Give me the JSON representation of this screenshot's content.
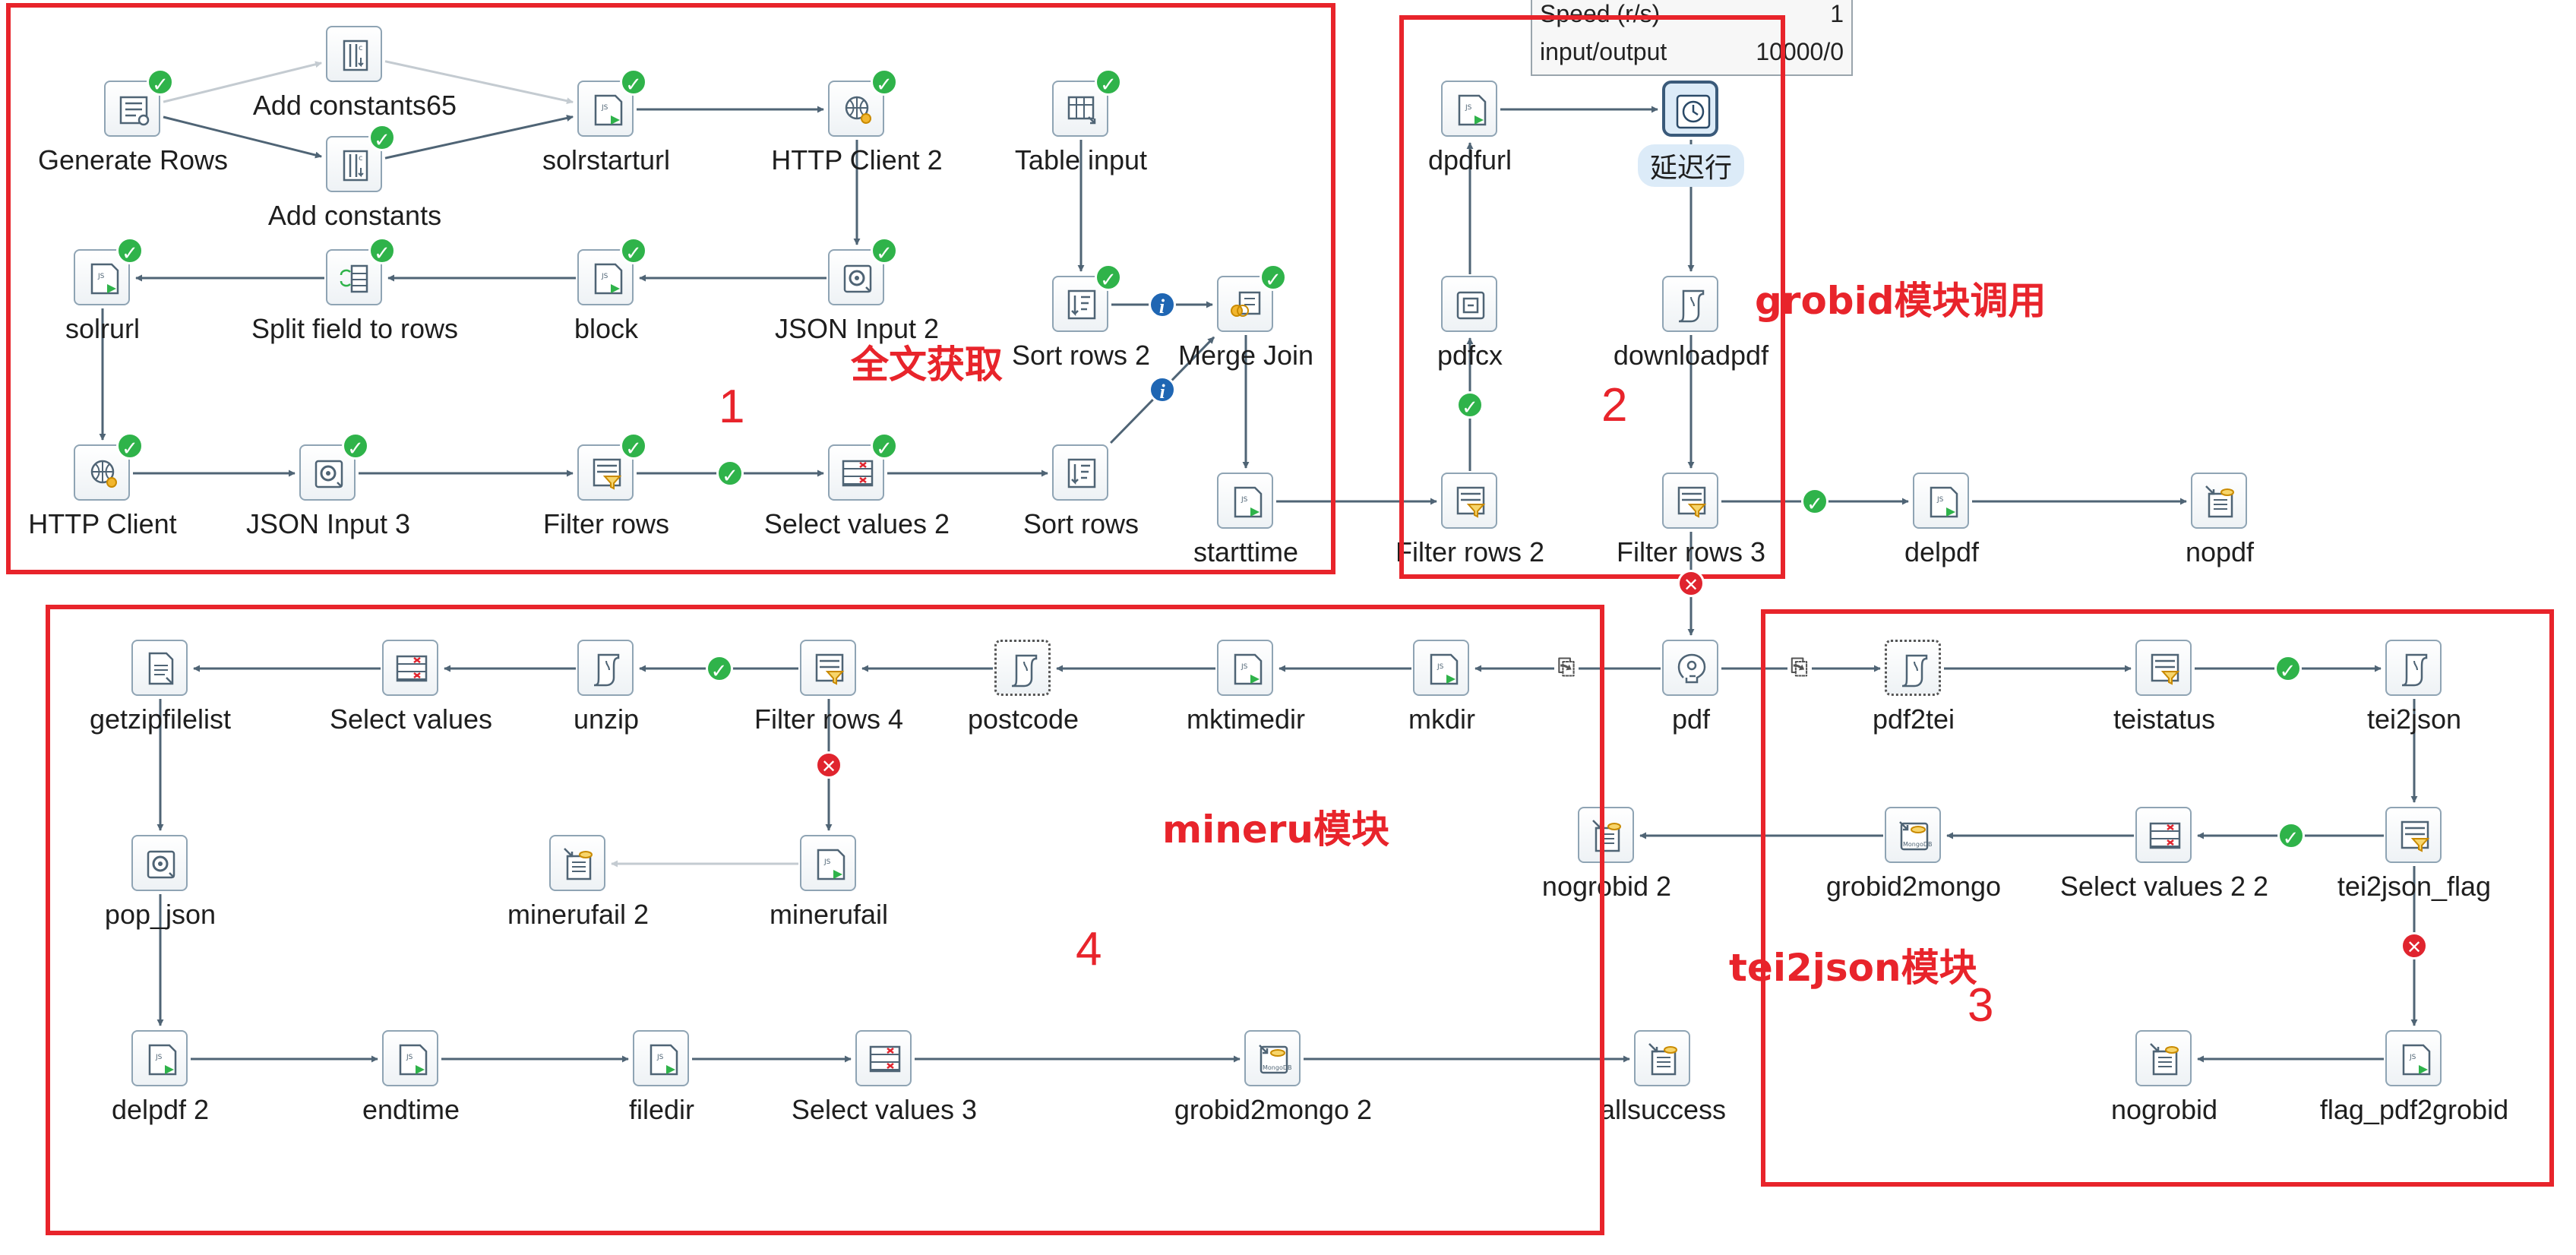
{
  "metrics_panel": {
    "rows": [
      {
        "label": "Speed (r/s)",
        "value": "1"
      },
      {
        "label": "input/output",
        "value": "10000/0"
      }
    ]
  },
  "regions": [
    {
      "number": "1",
      "annotation": "全文获取"
    },
    {
      "number": "2",
      "annotation": "grobid模块调用"
    },
    {
      "number": "3",
      "annotation": "tei2json模块"
    },
    {
      "number": "4",
      "annotation": "mineru模块"
    }
  ],
  "steps": [
    {
      "id": "generate_rows",
      "label": "Generate Rows",
      "icon": "generate-rows-icon",
      "status": "ok"
    },
    {
      "id": "add_constants65",
      "label": "Add constants65",
      "icon": "add-constants-icon",
      "status": ""
    },
    {
      "id": "add_constants",
      "label": "Add constants",
      "icon": "add-constants-icon",
      "status": "ok"
    },
    {
      "id": "solrstarturl",
      "label": "solrstarturl",
      "icon": "script-icon",
      "status": "ok"
    },
    {
      "id": "http_client_2",
      "label": "HTTP Client 2",
      "icon": "http-client-icon",
      "status": "ok"
    },
    {
      "id": "table_input",
      "label": "Table input",
      "icon": "table-input-icon",
      "status": "ok"
    },
    {
      "id": "solrurl",
      "label": "solrurl",
      "icon": "script-icon",
      "status": "ok"
    },
    {
      "id": "split_field",
      "label": "Split field to rows",
      "icon": "split-field-icon",
      "status": "ok"
    },
    {
      "id": "block",
      "label": "block",
      "icon": "script-icon",
      "status": "ok"
    },
    {
      "id": "json_input_2",
      "label": "JSON Input 2",
      "icon": "json-input-icon",
      "status": "ok"
    },
    {
      "id": "sort_rows_2",
      "label": "Sort rows 2",
      "icon": "sort-rows-icon",
      "status": "ok"
    },
    {
      "id": "merge_join",
      "label": "Merge Join",
      "icon": "merge-join-icon",
      "status": "ok"
    },
    {
      "id": "http_client",
      "label": "HTTP Client",
      "icon": "http-client-icon",
      "status": "ok"
    },
    {
      "id": "json_input_3",
      "label": "JSON Input 3",
      "icon": "json-input-icon",
      "status": "ok"
    },
    {
      "id": "filter_rows",
      "label": "Filter rows",
      "icon": "filter-rows-icon",
      "status": "ok"
    },
    {
      "id": "select_values_2",
      "label": "Select values 2",
      "icon": "select-values-icon",
      "status": "ok"
    },
    {
      "id": "sort_rows",
      "label": "Sort rows",
      "icon": "sort-rows-icon",
      "status": ""
    },
    {
      "id": "starttime",
      "label": "starttime",
      "icon": "script-icon",
      "status": ""
    },
    {
      "id": "dpdfurl",
      "label": "dpdfurl",
      "icon": "script-icon",
      "status": ""
    },
    {
      "id": "delay",
      "label": "延迟行",
      "icon": "clock-icon",
      "status": ""
    },
    {
      "id": "pdfcx",
      "label": "pdfcx",
      "icon": "pdf-check-icon",
      "status": ""
    },
    {
      "id": "downloadpdf",
      "label": "downloadpdf",
      "icon": "shell-icon",
      "status": ""
    },
    {
      "id": "filter_rows_2",
      "label": "Filter rows 2",
      "icon": "filter-rows-icon",
      "status": ""
    },
    {
      "id": "filter_rows_3",
      "label": "Filter rows 3",
      "icon": "filter-rows-icon",
      "status": ""
    },
    {
      "id": "delpdf",
      "label": "delpdf",
      "icon": "script-icon",
      "status": ""
    },
    {
      "id": "nopdf",
      "label": "nopdf",
      "icon": "text-output-icon",
      "status": ""
    },
    {
      "id": "getzipfilelist",
      "label": "getzipfilelist",
      "icon": "file-list-icon",
      "status": ""
    },
    {
      "id": "select_values",
      "label": "Select values",
      "icon": "select-values-icon",
      "status": ""
    },
    {
      "id": "unzip",
      "label": "unzip",
      "icon": "shell-icon",
      "status": ""
    },
    {
      "id": "filter_rows_4",
      "label": "Filter rows 4",
      "icon": "filter-rows-icon",
      "status": ""
    },
    {
      "id": "postcode",
      "label": "postcode",
      "icon": "shell-icon",
      "status": ""
    },
    {
      "id": "mktimedir",
      "label": "mktimedir",
      "icon": "script-icon",
      "status": ""
    },
    {
      "id": "mkdir",
      "label": "mkdir",
      "icon": "script-icon",
      "status": ""
    },
    {
      "id": "pdf",
      "label": "pdf",
      "icon": "switch-icon",
      "status": ""
    },
    {
      "id": "pdf2tei",
      "label": "pdf2tei",
      "icon": "shell-icon",
      "status": ""
    },
    {
      "id": "teistatus",
      "label": "teistatus",
      "icon": "filter-rows-icon",
      "status": ""
    },
    {
      "id": "tei2json",
      "label": "tei2json",
      "icon": "shell-icon",
      "status": ""
    },
    {
      "id": "minerufail_2",
      "label": "minerufail 2",
      "icon": "text-output-icon",
      "status": ""
    },
    {
      "id": "minerufail",
      "label": "minerufail",
      "icon": "script-icon",
      "status": ""
    },
    {
      "id": "pop_json",
      "label": "pop_json",
      "icon": "json-input-icon",
      "status": ""
    },
    {
      "id": "nogrobid_2",
      "label": "nogrobid 2",
      "icon": "text-output-icon",
      "status": ""
    },
    {
      "id": "grobid2mongo",
      "label": "grobid2mongo",
      "icon": "mongodb-output-icon",
      "status": ""
    },
    {
      "id": "select_values_2_2",
      "label": "Select values 2 2",
      "icon": "select-values-icon",
      "status": ""
    },
    {
      "id": "tei2json_flag",
      "label": "tei2json_flag",
      "icon": "filter-rows-icon",
      "status": ""
    },
    {
      "id": "delpdf_2",
      "label": "delpdf 2",
      "icon": "script-icon",
      "status": ""
    },
    {
      "id": "endtime",
      "label": "endtime",
      "icon": "script-icon",
      "status": ""
    },
    {
      "id": "filedir",
      "label": "filedir",
      "icon": "script-icon",
      "status": ""
    },
    {
      "id": "select_values_3",
      "label": "Select values 3",
      "icon": "select-values-icon",
      "status": ""
    },
    {
      "id": "grobid2mongo_2",
      "label": "grobid2mongo 2",
      "icon": "mongodb-output-icon",
      "status": ""
    },
    {
      "id": "allsuccess",
      "label": "allsuccess",
      "icon": "text-output-icon",
      "status": ""
    },
    {
      "id": "nogrobid",
      "label": "nogrobid",
      "icon": "text-output-icon",
      "status": ""
    },
    {
      "id": "flag_pdf2grobid",
      "label": "flag_pdf2grobid",
      "icon": "script-icon",
      "status": ""
    }
  ],
  "hops": [
    {
      "from": "generate_rows",
      "to": "add_constants65",
      "disabled": true
    },
    {
      "from": "add_constants65",
      "to": "solrstarturl",
      "disabled": true
    },
    {
      "from": "generate_rows",
      "to": "add_constants"
    },
    {
      "from": "add_constants",
      "to": "solrstarturl"
    },
    {
      "from": "solrstarturl",
      "to": "http_client_2"
    },
    {
      "from": "http_client_2",
      "to": "json_input_2"
    },
    {
      "from": "json_input_2",
      "to": "block"
    },
    {
      "from": "block",
      "to": "split_field"
    },
    {
      "from": "split_field",
      "to": "solrurl"
    },
    {
      "from": "solrurl",
      "to": "http_client"
    },
    {
      "from": "http_client",
      "to": "json_input_3"
    },
    {
      "from": "json_input_3",
      "to": "filter_rows"
    },
    {
      "from": "filter_rows",
      "to": "select_values_2",
      "badge": "ok"
    },
    {
      "from": "select_values_2",
      "to": "sort_rows"
    },
    {
      "from": "sort_rows",
      "to": "merge_join",
      "badge": "info"
    },
    {
      "from": "table_input",
      "to": "sort_rows_2"
    },
    {
      "from": "sort_rows_2",
      "to": "merge_join",
      "badge": "info"
    },
    {
      "from": "merge_join",
      "to": "starttime"
    },
    {
      "from": "starttime",
      "to": "filter_rows_2"
    },
    {
      "from": "filter_rows_2",
      "to": "pdfcx",
      "badge": "ok"
    },
    {
      "from": "pdfcx",
      "to": "dpdfurl"
    },
    {
      "from": "dpdfurl",
      "to": "delay"
    },
    {
      "from": "delay",
      "to": "downloadpdf"
    },
    {
      "from": "downloadpdf",
      "to": "filter_rows_3"
    },
    {
      "from": "filter_rows_3",
      "to": "delpdf",
      "badge": "ok"
    },
    {
      "from": "delpdf",
      "to": "nopdf"
    },
    {
      "from": "filter_rows_3",
      "to": "pdf",
      "badge": "err"
    },
    {
      "from": "pdf",
      "to": "mkdir",
      "badge": "copy"
    },
    {
      "from": "mkdir",
      "to": "mktimedir"
    },
    {
      "from": "mktimedir",
      "to": "postcode"
    },
    {
      "from": "postcode",
      "to": "filter_rows_4"
    },
    {
      "from": "filter_rows_4",
      "to": "unzip",
      "badge": "ok"
    },
    {
      "from": "unzip",
      "to": "select_values"
    },
    {
      "from": "select_values",
      "to": "getzipfilelist"
    },
    {
      "from": "getzipfilelist",
      "to": "pop_json"
    },
    {
      "from": "pop_json",
      "to": "delpdf_2"
    },
    {
      "from": "delpdf_2",
      "to": "endtime"
    },
    {
      "from": "endtime",
      "to": "filedir"
    },
    {
      "from": "filedir",
      "to": "select_values_3"
    },
    {
      "from": "select_values_3",
      "to": "grobid2mongo_2"
    },
    {
      "from": "grobid2mongo_2",
      "to": "allsuccess"
    },
    {
      "from": "filter_rows_4",
      "to": "minerufail",
      "badge": "err"
    },
    {
      "from": "minerufail",
      "to": "minerufail_2",
      "disabled": true
    },
    {
      "from": "pdf",
      "to": "pdf2tei",
      "badge": "copy"
    },
    {
      "from": "pdf2tei",
      "to": "teistatus"
    },
    {
      "from": "teistatus",
      "to": "tei2json",
      "badge": "ok"
    },
    {
      "from": "tei2json",
      "to": "tei2json_flag"
    },
    {
      "from": "tei2json_flag",
      "to": "select_values_2_2",
      "badge": "ok"
    },
    {
      "from": "select_values_2_2",
      "to": "grobid2mongo"
    },
    {
      "from": "grobid2mongo",
      "to": "nogrobid_2"
    },
    {
      "from": "tei2json_flag",
      "to": "flag_pdf2grobid",
      "badge": "err"
    },
    {
      "from": "flag_pdf2grobid",
      "to": "nogrobid"
    }
  ],
  "colors": {
    "hop": "#4f6475",
    "hop_disabled": "#c4cbd1",
    "region": "#e8242b",
    "ok": "#2fb34a",
    "err": "#e0242e",
    "info": "#1f66b3"
  }
}
